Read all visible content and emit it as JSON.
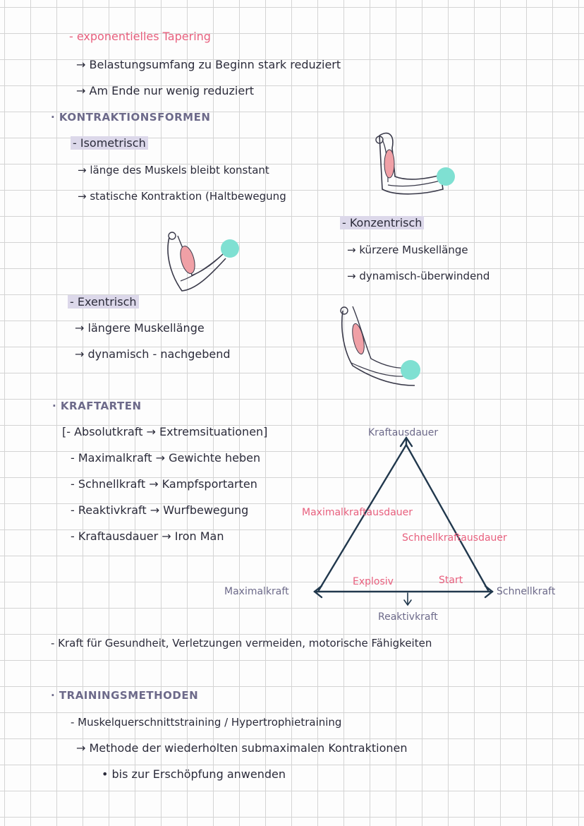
{
  "tapering": {
    "title": "- exponentielles Tapering",
    "lines": [
      "→ Belastungsumfang zu Beginn stark reduziert",
      "→ Am Ende nur wenig reduziert"
    ]
  },
  "kontraktion": {
    "heading": "· KONTRAKTIONSFORMEN",
    "isometrisch": {
      "title": "- Isometrisch",
      "lines": [
        "→ länge des Muskels bleibt konstant",
        "→ statische Kontraktion (Haltbewegung"
      ]
    },
    "konzentrisch": {
      "title": "- Konzentrisch",
      "lines": [
        "→ kürzere Muskellänge",
        "→ dynamisch-überwindend"
      ]
    },
    "exzentrisch": {
      "title": "- Exentrisch",
      "lines": [
        "→ längere Muskellänge",
        "→ dynamisch - nachgebend"
      ]
    }
  },
  "kraftarten": {
    "heading": "· KRAFTARTEN",
    "items": [
      "[- Absolutkraft → Extremsituationen]",
      "- Maximalkraft → Gewichte heben",
      "- Schnellkraft → Kampfsportarten",
      "- Reaktivkraft → Wurfbewegung",
      "- Kraftausdauer → Iron Man"
    ]
  },
  "triangle": {
    "top": "Kraftausdauer",
    "left_edge": "Maximalkraftausdauer",
    "right_edge": "Schnellkraftausdauer",
    "bottom_left": "Explosiv",
    "bottom_right": "Start",
    "left_corner": "Maximalkraft",
    "right_corner": "Schnellkraft",
    "bottom": "Reaktivkraft"
  },
  "gesundheit": "- Kraft für Gesundheit, Verletzungen vermeiden, motorische Fähigkeiten",
  "training": {
    "heading": "· TRAININGSMETHODEN",
    "item": "- Muskelquerschnittstraining / Hypertrophietraining",
    "method": "→ Methode der wiederholten submaximalen Kontraktionen",
    "bullet": "• bis zur Erschöpfung anwenden"
  },
  "colors": {
    "pink": "#e8607e",
    "lavender": "#6d6a8a",
    "ink": "#2b2b3a",
    "ball": "#7fe0d2",
    "muscle": "#f0a0a6",
    "triangle": "#21384d"
  }
}
